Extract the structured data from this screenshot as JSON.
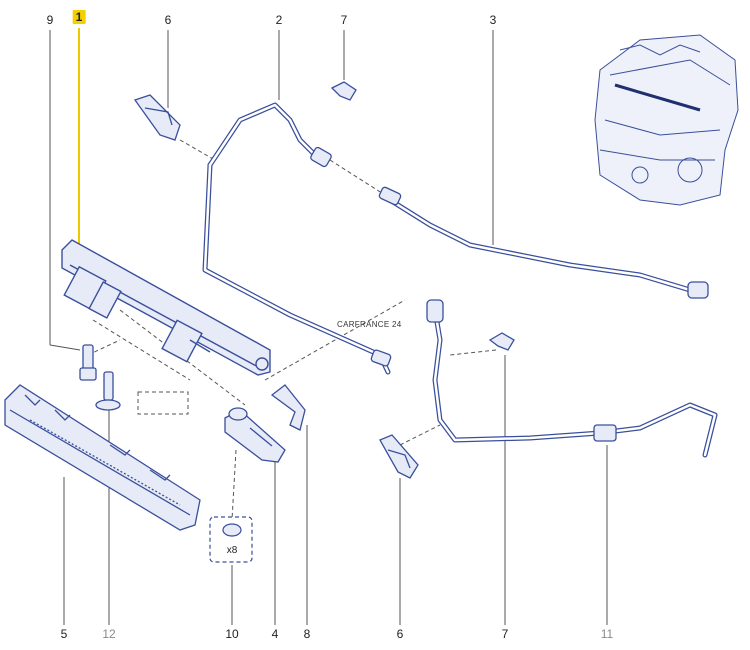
{
  "labels": {
    "l1": "1",
    "l2": "2",
    "l3": "3",
    "l4": "4",
    "l5": "5",
    "l6a": "6",
    "l6b": "6",
    "l7a": "7",
    "l7b": "7",
    "l8": "8",
    "l9": "9",
    "l10": "10",
    "l11": "11",
    "l12": "12"
  },
  "quantity_note": "x8",
  "watermark": "CARFRANCE 24",
  "colors": {
    "line": "#3a4f9c",
    "fill": "#e6ebf7",
    "leader": "#444444",
    "highlight": "#f5d000",
    "grey_label": "#8a8a8a"
  }
}
